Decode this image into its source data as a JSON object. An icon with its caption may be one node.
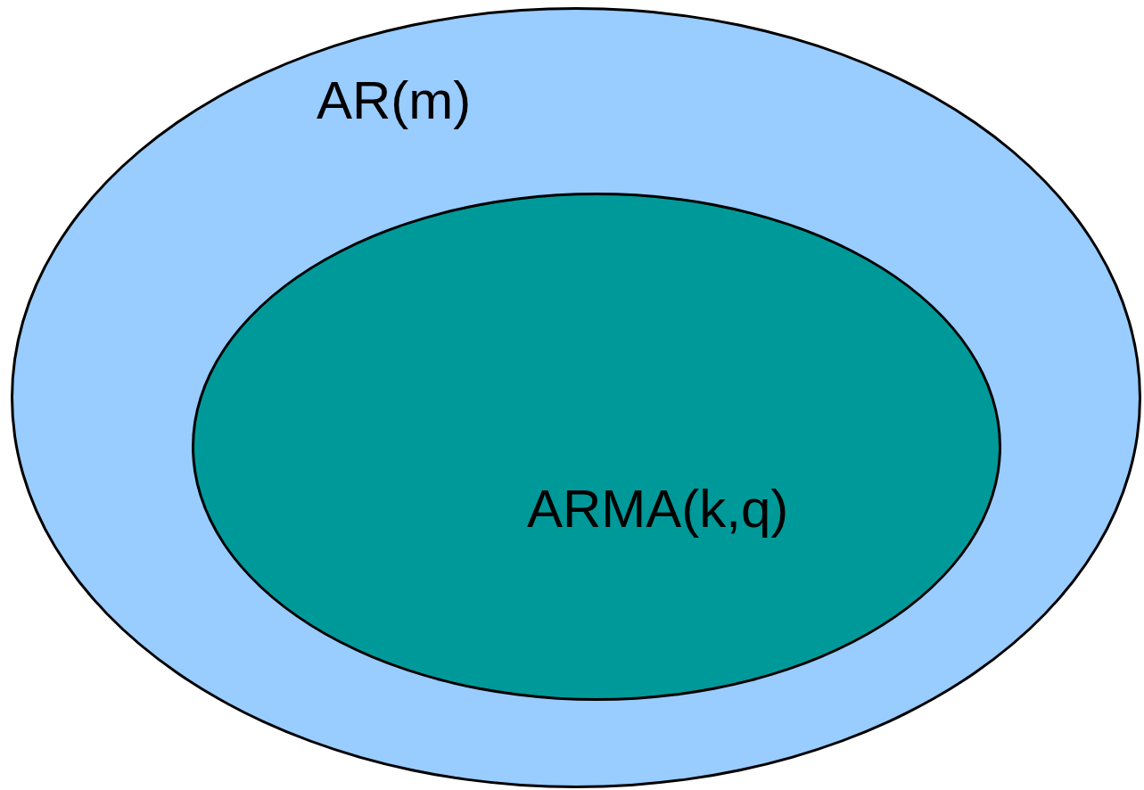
{
  "diagram": {
    "nodes": [
      {
        "text": [
          "AR(m)"
        ]
      },
      {
        "text": [
          "ARMA(k,q)"
        ],
        "in": 0
      }
    ]
  }
}
